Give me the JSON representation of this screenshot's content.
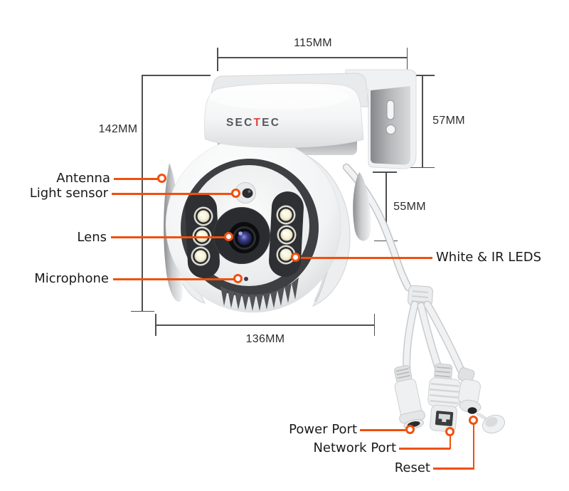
{
  "brand": {
    "logo_part1": "SEC",
    "logo_accent": "T",
    "logo_part2": "EC"
  },
  "colors": {
    "accent": "#F0500E",
    "dimension_line": "#4d4f52",
    "label_text": "#1a1a1a",
    "logo_text": "#56585c",
    "logo_accent": "#E04545"
  },
  "dimensions": {
    "top_width": "115MM",
    "left_height": "142MM",
    "bracket_height": "57MM",
    "bracket_offset": "55MM",
    "bottom_width": "136MM"
  },
  "callouts": {
    "antenna": "Antenna",
    "light_sensor": "Light sensor",
    "lens": "Lens",
    "microphone": "Microphone",
    "leds": "White & IR LEDS",
    "power_port": "Power Port",
    "network_port": "Network Port",
    "reset": "Reset"
  }
}
